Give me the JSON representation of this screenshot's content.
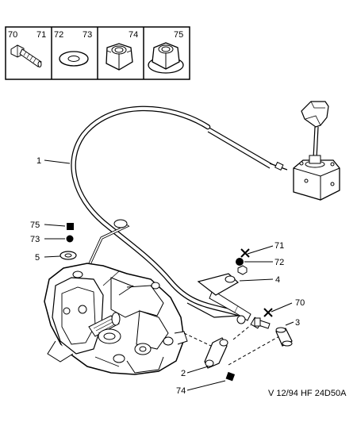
{
  "legend": {
    "cells": [
      {
        "left_ref": "70",
        "right_ref": "71",
        "icon": "bolt-icon"
      },
      {
        "left_ref": "72",
        "right_ref": "73",
        "icon": "washer-icon"
      },
      {
        "left_ref": "74",
        "right_ref": "",
        "icon": "nut-icon"
      },
      {
        "left_ref": "",
        "right_ref": "75",
        "icon": "flanged-nut-icon"
      }
    ]
  },
  "callouts": {
    "c1": "1",
    "c2": "2",
    "c3": "3",
    "c4": "4",
    "c5": "5",
    "c70": "70",
    "c71": "71",
    "c72": "72",
    "c73": "73",
    "c74": "74",
    "c75": "75"
  },
  "footer": {
    "code": "V 12/94 HF 24D50A"
  }
}
